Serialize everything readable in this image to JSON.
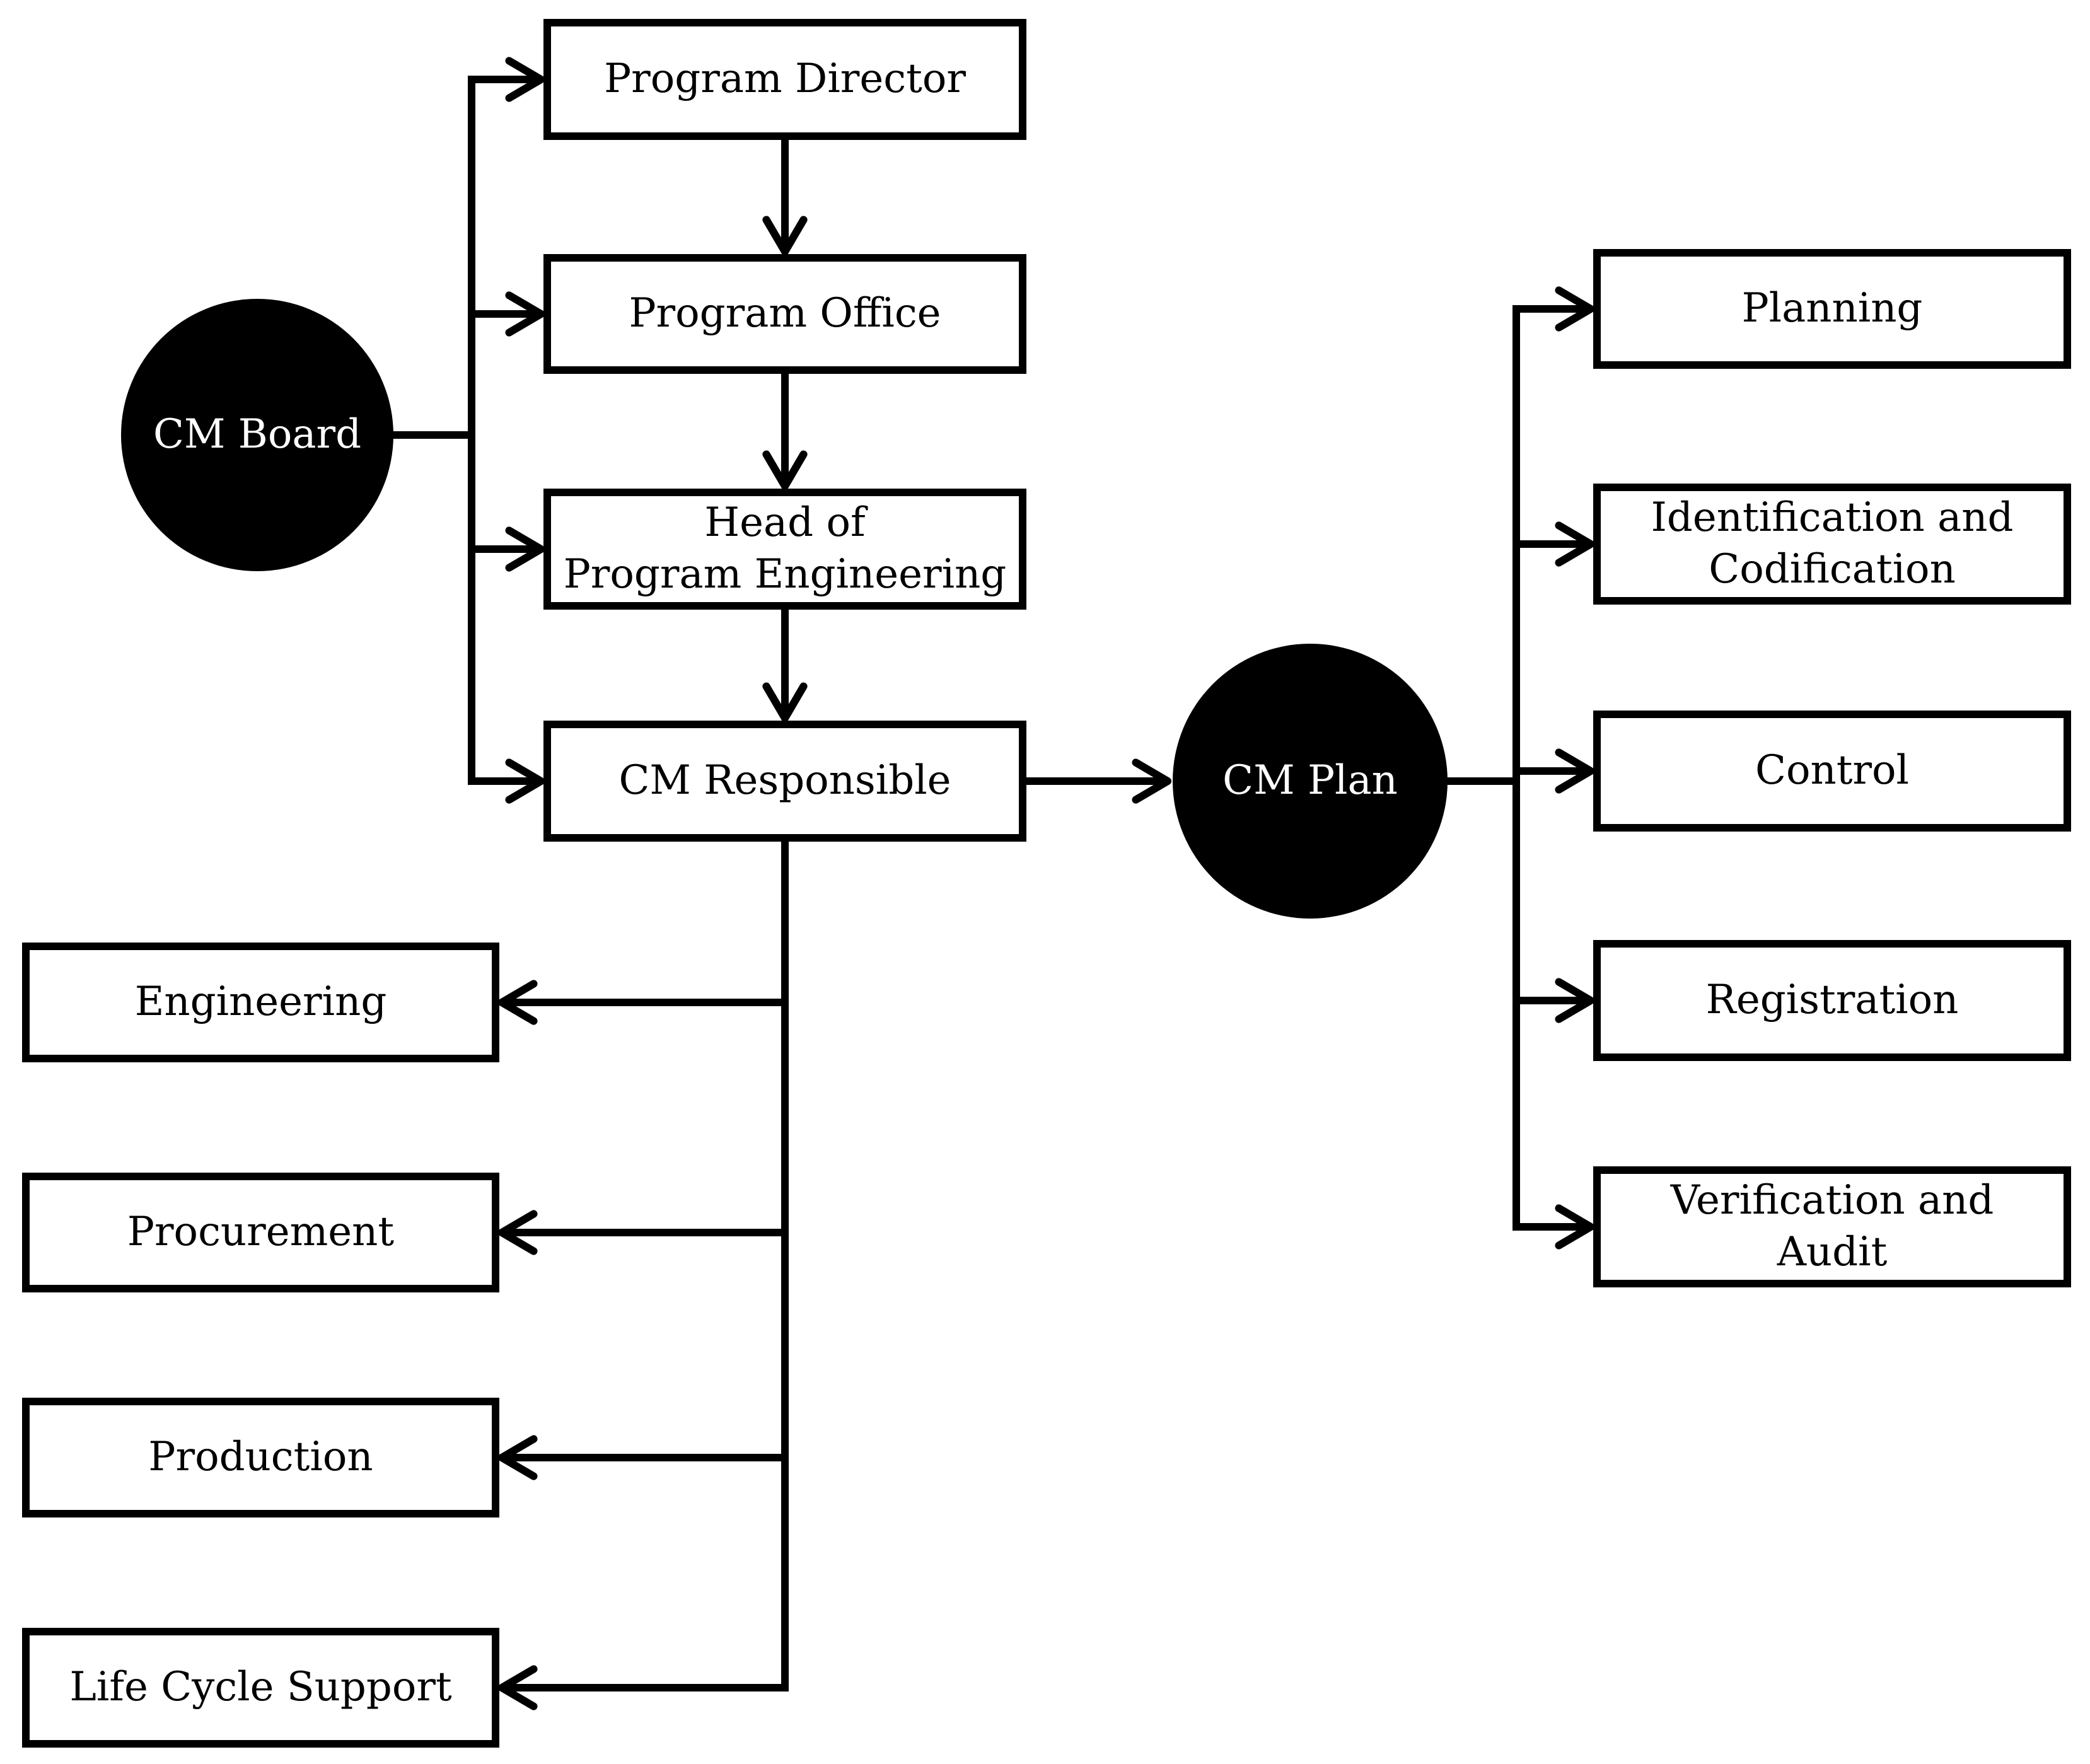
{
  "figure": {
    "type": "flowchart",
    "description": "Configuration Management organization and CM Plan process diagram"
  },
  "colors": {
    "background": "#ffffff",
    "line": "#000000",
    "box_fill": "#ffffff",
    "box_border": "#000000",
    "terminal_fill": "#000000",
    "terminal_text": "#ffffff"
  },
  "nodes": {
    "cm_board": {
      "label": "CM Board",
      "shape": "circle"
    },
    "program_director": {
      "label": "Program Director",
      "shape": "rect"
    },
    "program_office": {
      "label": "Program Office",
      "shape": "rect"
    },
    "head_program_engineering": {
      "label": "Head of\nProgram Engineering",
      "shape": "rect"
    },
    "cm_responsible": {
      "label": "CM Responsible",
      "shape": "rect"
    },
    "cm_plan": {
      "label": "CM Plan",
      "shape": "circle"
    },
    "engineering": {
      "label": "Engineering",
      "shape": "rect"
    },
    "procurement": {
      "label": "Procurement",
      "shape": "rect"
    },
    "production": {
      "label": "Production",
      "shape": "rect"
    },
    "life_cycle_support": {
      "label": "Life Cycle Support",
      "shape": "rect"
    },
    "planning": {
      "label": "Planning",
      "shape": "rect"
    },
    "identification_codification": {
      "label": "Identification and\nCodification",
      "shape": "rect"
    },
    "control": {
      "label": "Control",
      "shape": "rect"
    },
    "registration": {
      "label": "Registration",
      "shape": "rect"
    },
    "verification_audit": {
      "label": "Verification and\nAudit",
      "shape": "rect"
    }
  },
  "edges": [
    {
      "from": "cm_board",
      "to": "program_director",
      "arrow": true
    },
    {
      "from": "cm_board",
      "to": "program_office",
      "arrow": true
    },
    {
      "from": "cm_board",
      "to": "head_program_engineering",
      "arrow": true
    },
    {
      "from": "cm_board",
      "to": "cm_responsible",
      "arrow": true
    },
    {
      "from": "program_director",
      "to": "program_office",
      "arrow": true
    },
    {
      "from": "program_office",
      "to": "head_program_engineering",
      "arrow": true
    },
    {
      "from": "head_program_engineering",
      "to": "cm_responsible",
      "arrow": true
    },
    {
      "from": "cm_responsible",
      "to": "cm_plan",
      "arrow": true
    },
    {
      "from": "cm_plan",
      "to": "planning",
      "arrow": true
    },
    {
      "from": "cm_plan",
      "to": "identification_codification",
      "arrow": true
    },
    {
      "from": "cm_plan",
      "to": "control",
      "arrow": true
    },
    {
      "from": "cm_plan",
      "to": "registration",
      "arrow": true
    },
    {
      "from": "cm_plan",
      "to": "verification_audit",
      "arrow": true
    },
    {
      "from": "cm_responsible",
      "to": "engineering",
      "arrow": true
    },
    {
      "from": "cm_responsible",
      "to": "procurement",
      "arrow": true
    },
    {
      "from": "cm_responsible",
      "to": "production",
      "arrow": true
    },
    {
      "from": "cm_responsible",
      "to": "life_cycle_support",
      "arrow": true
    }
  ]
}
